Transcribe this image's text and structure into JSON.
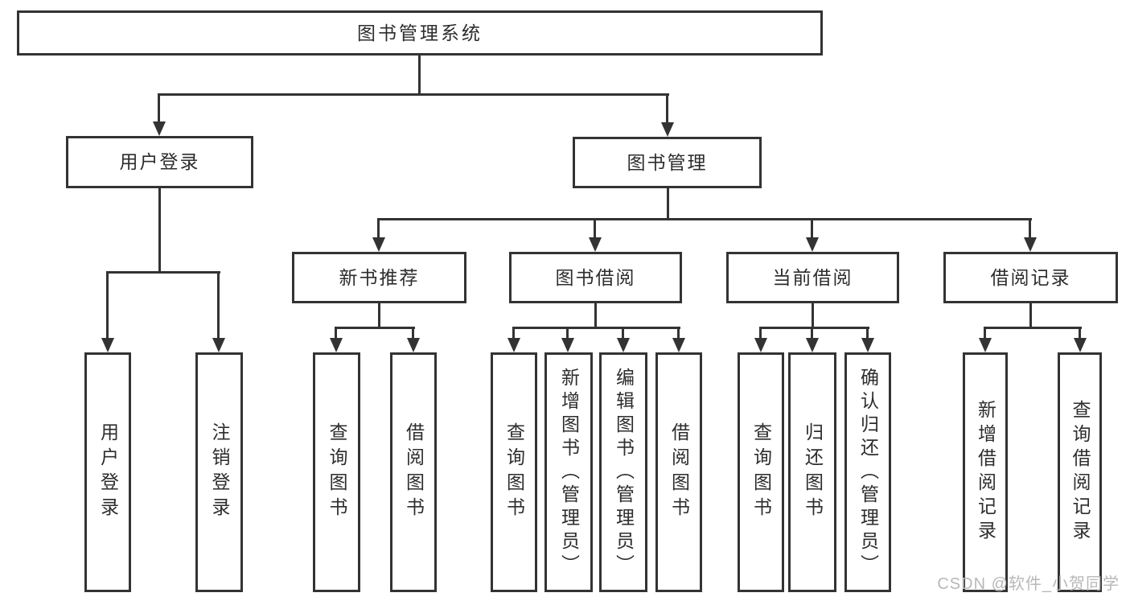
{
  "diagram": {
    "root": {
      "label": "图书管理系统"
    },
    "login_branch": {
      "label": "用户登录",
      "children": {
        "login": {
          "label": "用户登录"
        },
        "logout": {
          "label": "注销登录"
        }
      }
    },
    "mgmt_branch": {
      "label": "图书管理",
      "sections": {
        "new_books": {
          "label": "新书推荐",
          "children": {
            "query": {
              "label": "查询图书"
            },
            "borrow": {
              "label": "借阅图书"
            }
          }
        },
        "borrowing": {
          "label": "图书借阅",
          "children": {
            "query": {
              "label": "查询图书"
            },
            "add": {
              "label": "新增图书（管理员）"
            },
            "edit": {
              "label": "编辑图书（管理员）"
            },
            "borrow": {
              "label": "借阅图书"
            }
          }
        },
        "current": {
          "label": "当前借阅",
          "children": {
            "query": {
              "label": "查询图书"
            },
            "return": {
              "label": "归还图书"
            },
            "confirm": {
              "label": "确认归还（管理员）"
            }
          }
        },
        "records": {
          "label": "借阅记录",
          "children": {
            "add": {
              "label": "新增借阅记录"
            },
            "query": {
              "label": "查询借阅记录"
            }
          }
        }
      }
    },
    "watermark": {
      "text": "CSDN @软件_小贺同学"
    },
    "colors": {
      "line": "#333333",
      "text": "#2d2d2d",
      "watermark": "#b8b8b8",
      "background": "#ffffff"
    }
  }
}
